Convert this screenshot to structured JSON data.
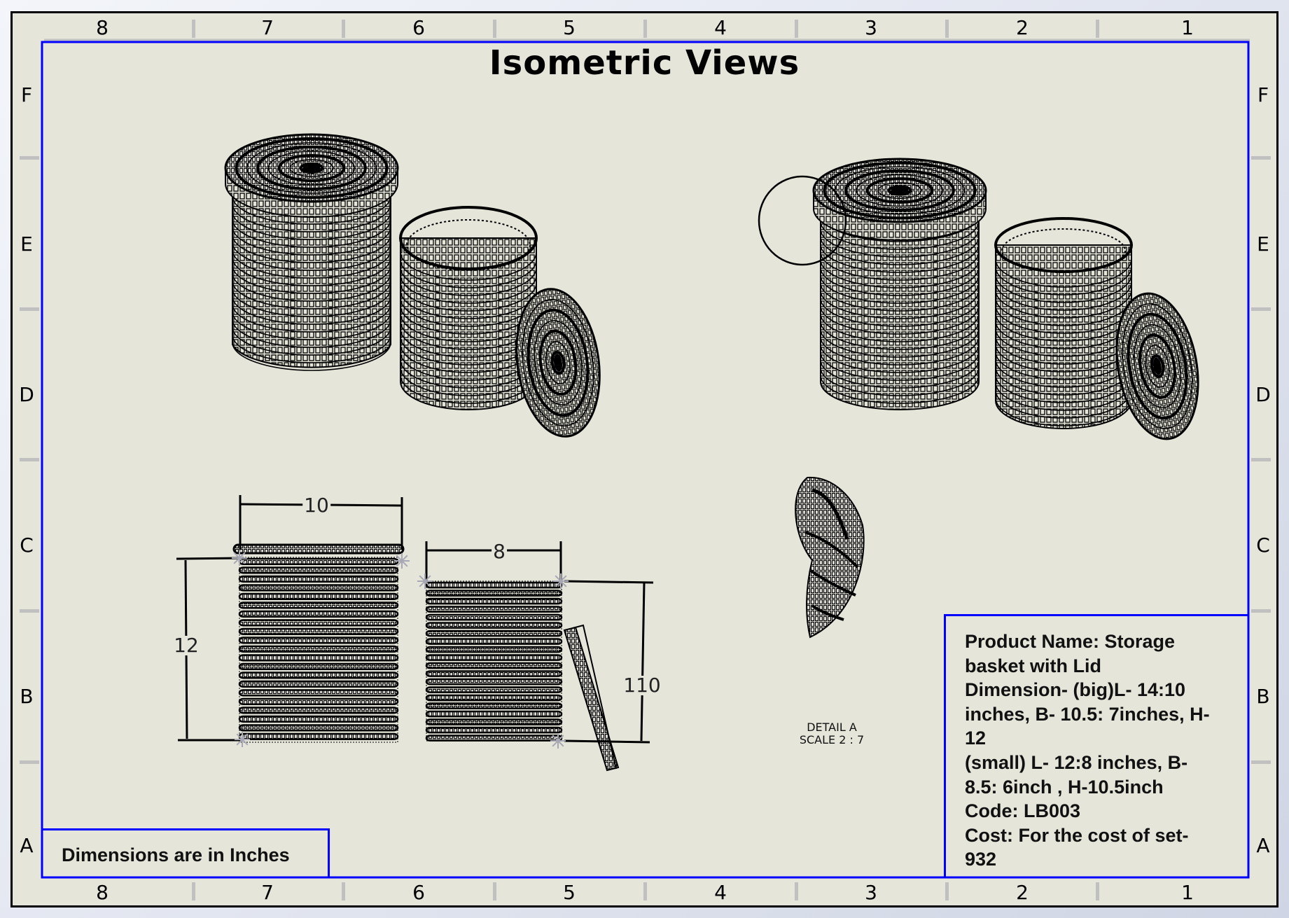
{
  "sheet": {
    "title": "Isometric Views",
    "column_labels": [
      "8",
      "7",
      "6",
      "5",
      "4",
      "3",
      "2",
      "1"
    ],
    "row_labels": [
      "F",
      "E",
      "D",
      "C",
      "B",
      "A"
    ],
    "frame_color": "#0000ff",
    "paper_color": "#e5e5da"
  },
  "views": {
    "isometric_left": "isometric-view-1",
    "isometric_right": "isometric-view-2",
    "detail": {
      "name": "DETAIL A",
      "scale": "SCALE 2 : 7"
    }
  },
  "dimensions": {
    "big_width": "10",
    "big_height": "12",
    "small_width": "8",
    "small_height": "110"
  },
  "info_box": {
    "lines": [
      "Product Name: Storage",
      "basket with Lid",
      "Dimension- (big)L- 14:10",
      "inches, B- 10.5: 7inches, H-",
      "12",
      "(small) L- 12:8 inches, B-",
      "8.5: 6inch , H-10.5inch",
      "Code: LB003",
      "Cost: For the cost of set-",
      "932"
    ]
  },
  "notes": {
    "units": "Dimensions are in Inches"
  }
}
